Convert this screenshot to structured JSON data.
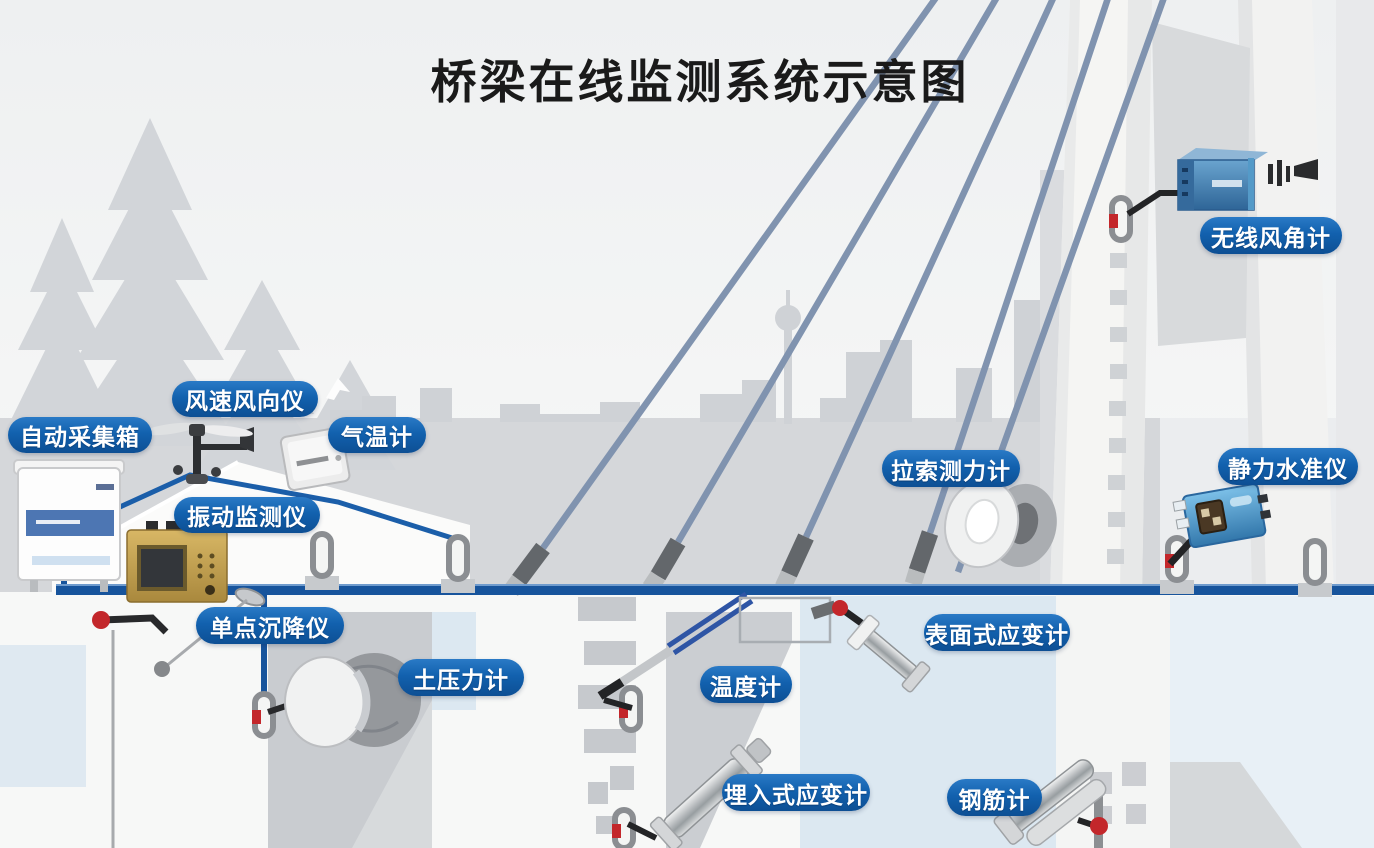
{
  "title": "桥梁在线监测系统示意图",
  "labels": [
    {
      "id": "auto-collection-box",
      "text": "自动采集箱"
    },
    {
      "id": "wind-speed-direction",
      "text": "风速风向仪"
    },
    {
      "id": "air-thermometer",
      "text": "气温计"
    },
    {
      "id": "vibration-monitor",
      "text": "振动监测仪"
    },
    {
      "id": "single-point-settlement",
      "text": "单点沉降仪"
    },
    {
      "id": "earth-pressure-gauge",
      "text": "土压力计"
    },
    {
      "id": "thermometer",
      "text": "温度计"
    },
    {
      "id": "embedded-strain-gauge",
      "text": "埋入式应变计"
    },
    {
      "id": "surface-strain-gauge",
      "text": "表面式应变计"
    },
    {
      "id": "rebar-gauge",
      "text": "钢筋计"
    },
    {
      "id": "cable-force-gauge",
      "text": "拉索测力计"
    },
    {
      "id": "wireless-wind-gauge",
      "text": "无线风角计"
    },
    {
      "id": "static-level-gauge",
      "text": "静力水准仪"
    }
  ],
  "colors": {
    "label_bg": "#1261ae",
    "label_text": "#ffffff",
    "title_text": "#1a1a1a",
    "deck_line": "#17549c",
    "connection_line": "#1b5ea9",
    "cable": "#8093af",
    "silhouette": "#d0d3d7",
    "accent_red": "#c3272b",
    "water": "#dce8f1",
    "device_blue": "#3d7fb5",
    "device_gold": "#c8a045"
  }
}
